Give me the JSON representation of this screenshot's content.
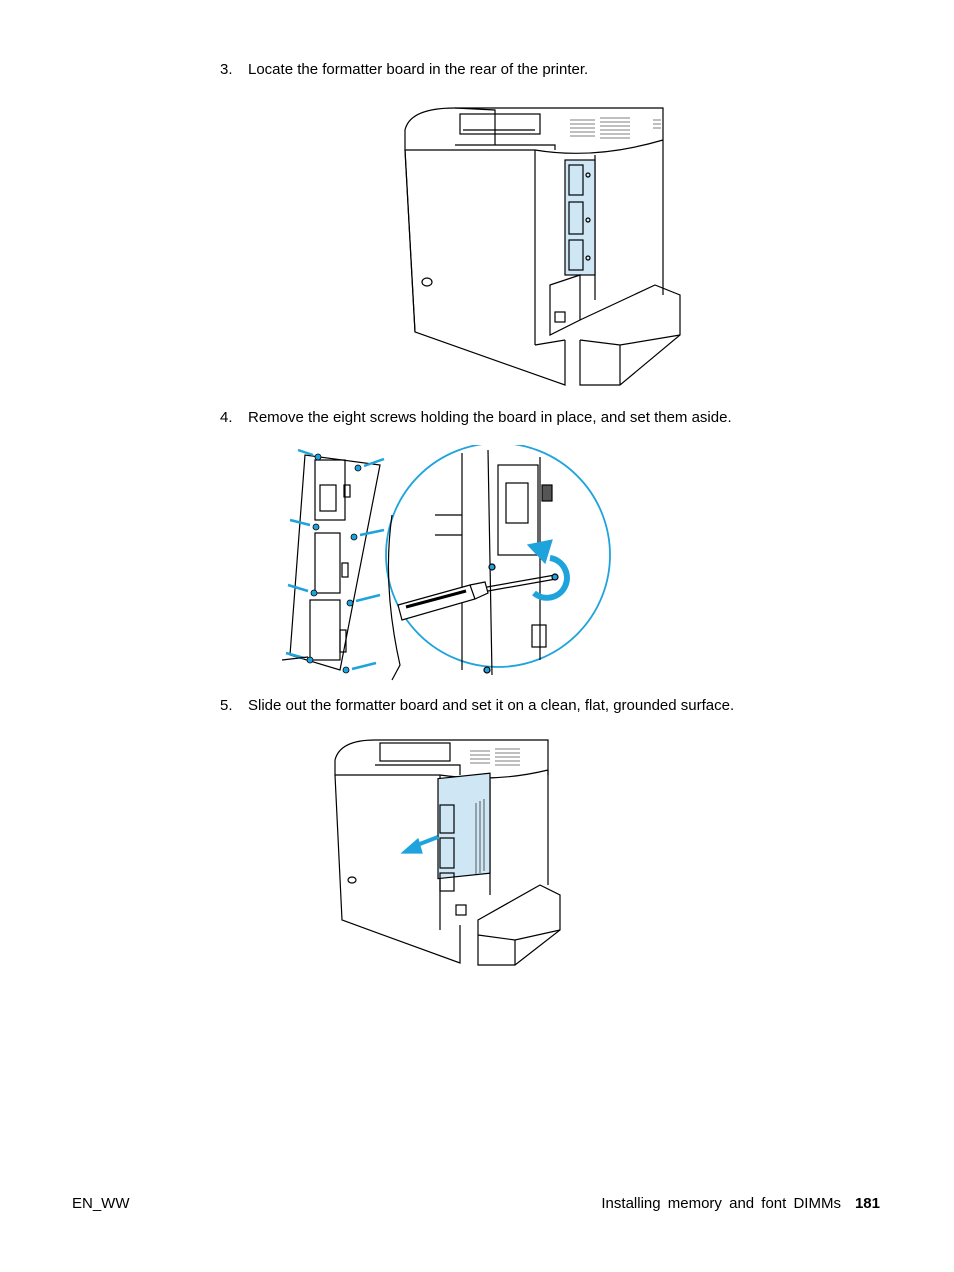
{
  "steps": [
    {
      "number": "3.",
      "text": "Locate the formatter board in the rear of the printer."
    },
    {
      "number": "4.",
      "text": "Remove the eight screws holding the board in place, and set them aside."
    },
    {
      "number": "5.",
      "text": "Slide out the formatter board and set it on a clean, flat, grounded surface."
    }
  ],
  "figures": [
    {
      "name": "printer-rear-formatter",
      "highlight_color": "#cfe6f5"
    },
    {
      "name": "formatter-screws-removal",
      "arrow_color": "#1fa3dc"
    },
    {
      "name": "slide-out-formatter",
      "arrow_color": "#1fa3dc"
    }
  ],
  "footer": {
    "left": "EN_WW",
    "section": "Installing memory and font DIMMs",
    "page": "181"
  }
}
